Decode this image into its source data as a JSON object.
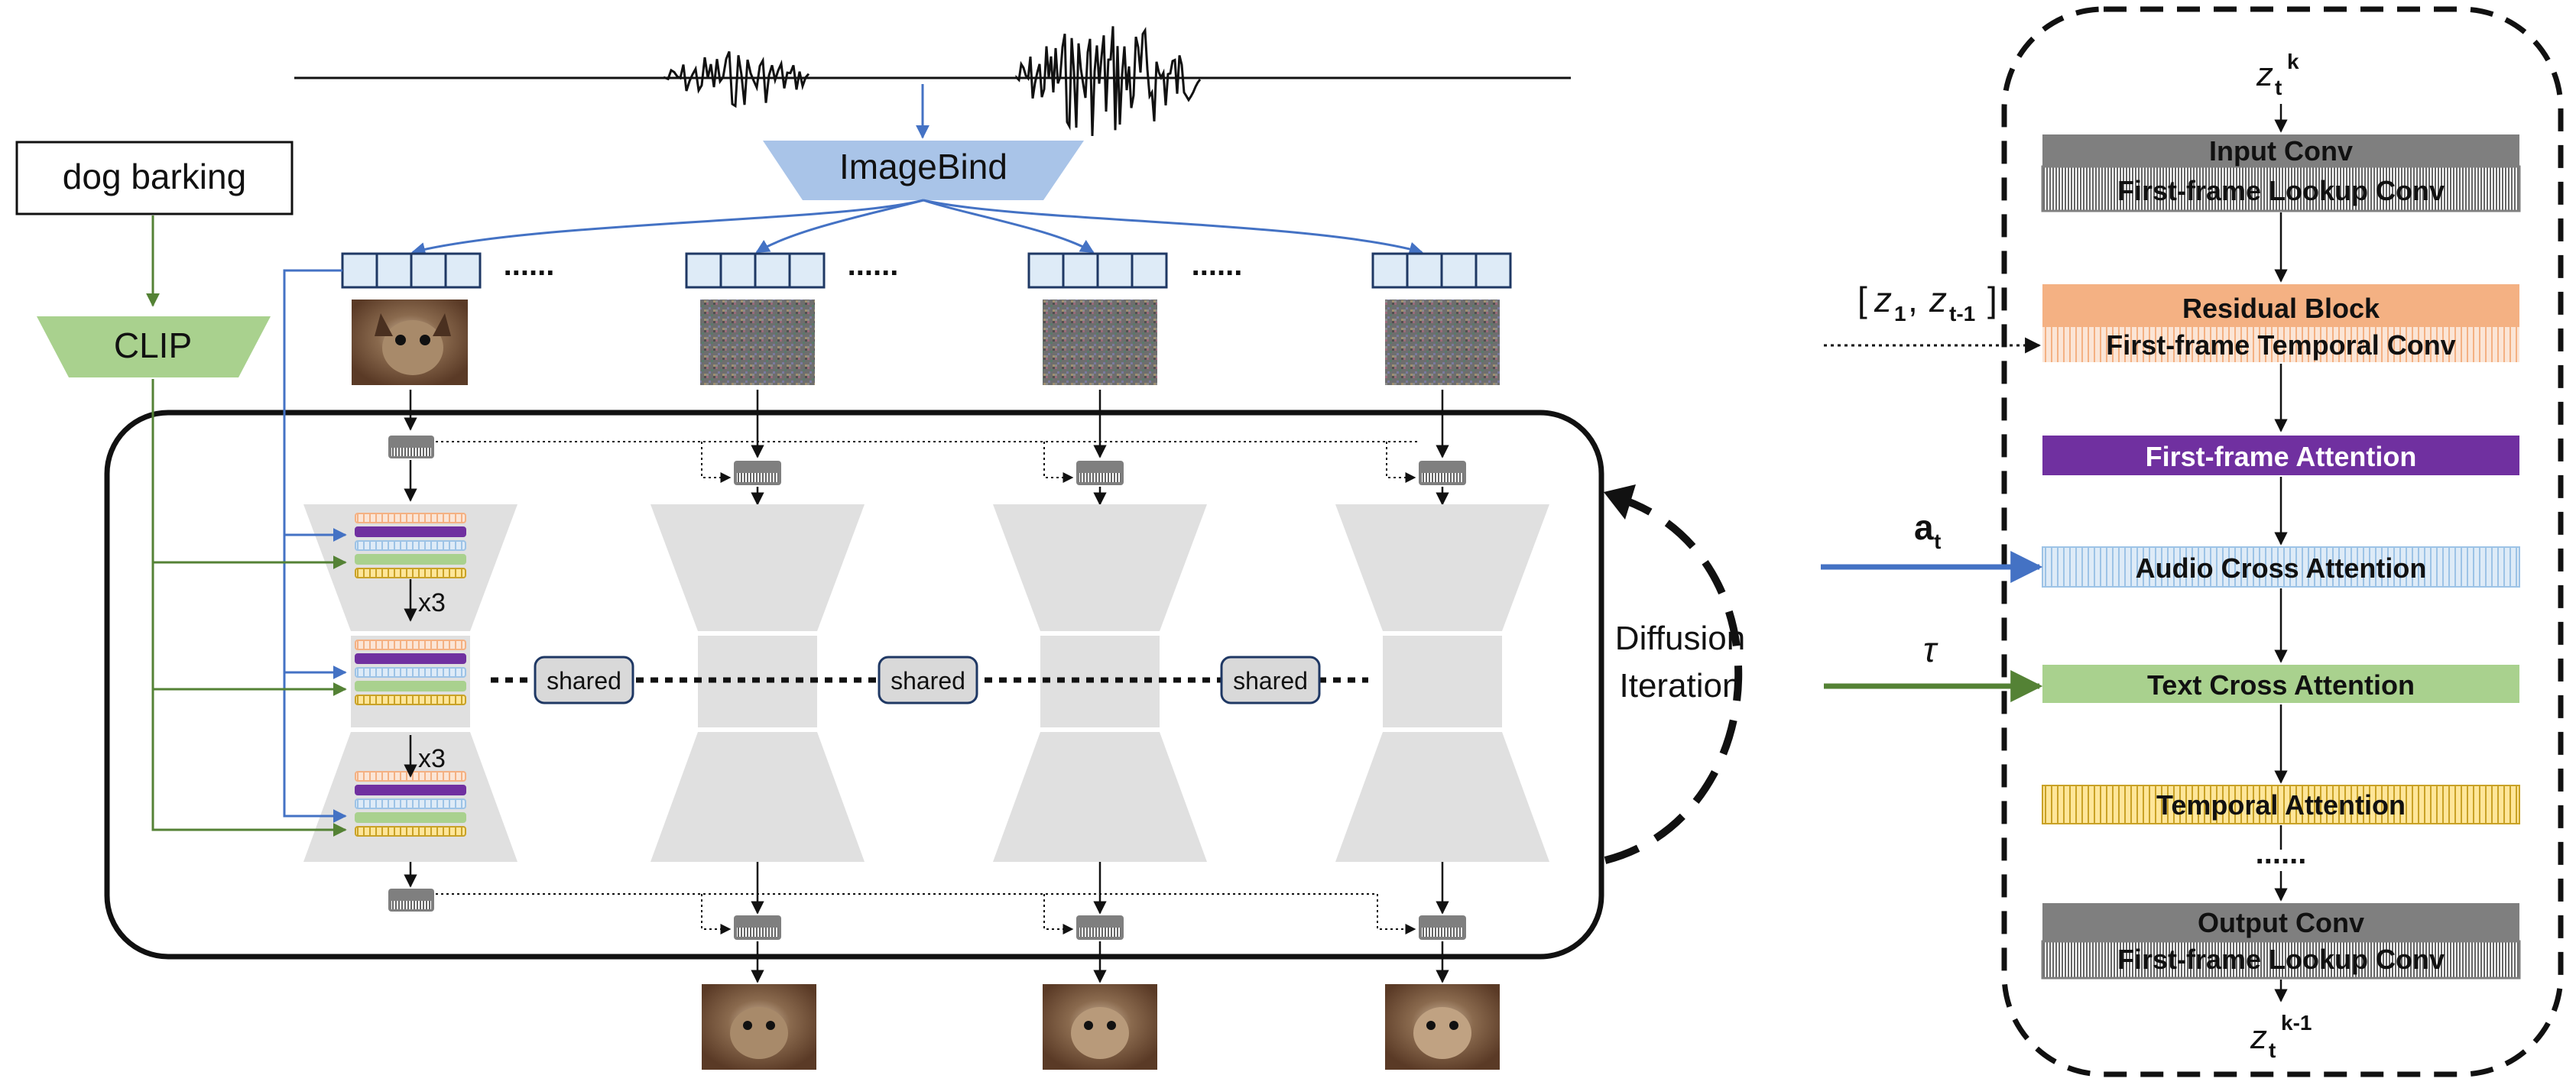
{
  "left": {
    "text_prompt": "dog barking",
    "audio_encoder": "ImageBind",
    "text_encoder": "CLIP",
    "dots": "......",
    "repeat_label": "x3",
    "shared_label": "shared",
    "loop_label_line1": "Diffusion",
    "loop_label_line2": "Iteration"
  },
  "right": {
    "input_symbol": "z",
    "input_sub": "t",
    "input_sup": "k",
    "output_symbol": "z",
    "output_sub": "t",
    "output_sup": "k-1",
    "blocks": [
      {
        "top": "Input Conv",
        "bottom": "First-frame Lookup Conv"
      },
      {
        "top": "Residual Block",
        "bottom": "First-frame Temporal Conv"
      },
      {
        "label": "First-frame Attention"
      },
      {
        "label": "Audio Cross Attention"
      },
      {
        "label": "Text Cross Attention"
      },
      {
        "label": "Temporal Attention"
      },
      {
        "top": "Output Conv",
        "bottom": "First-frame Lookup Conv"
      }
    ],
    "dots": "......",
    "cond_frames": {
      "open": "[",
      "z1": "z",
      "sub1": "1",
      "comma": ",",
      "z2": "z",
      "sub2": "t-1",
      "close": "]"
    },
    "audio_symbol": "a",
    "audio_sub": "t",
    "text_symbol": "τ"
  },
  "colors": {
    "audio_blue": "#4472c4",
    "clip_green": "#548235",
    "encoder_blue": "#a9c4e8",
    "clip_fill": "#a9d18e",
    "conv_gray": "#7f7f7f",
    "residual_orange": "#f4b183",
    "attention_purple": "#7030a0",
    "audio_attn_fill": "#deebf7",
    "text_attn_fill": "#a9d18e",
    "temporal_fill": "#ffe699",
    "unet_gray": "#e0e0e0"
  }
}
